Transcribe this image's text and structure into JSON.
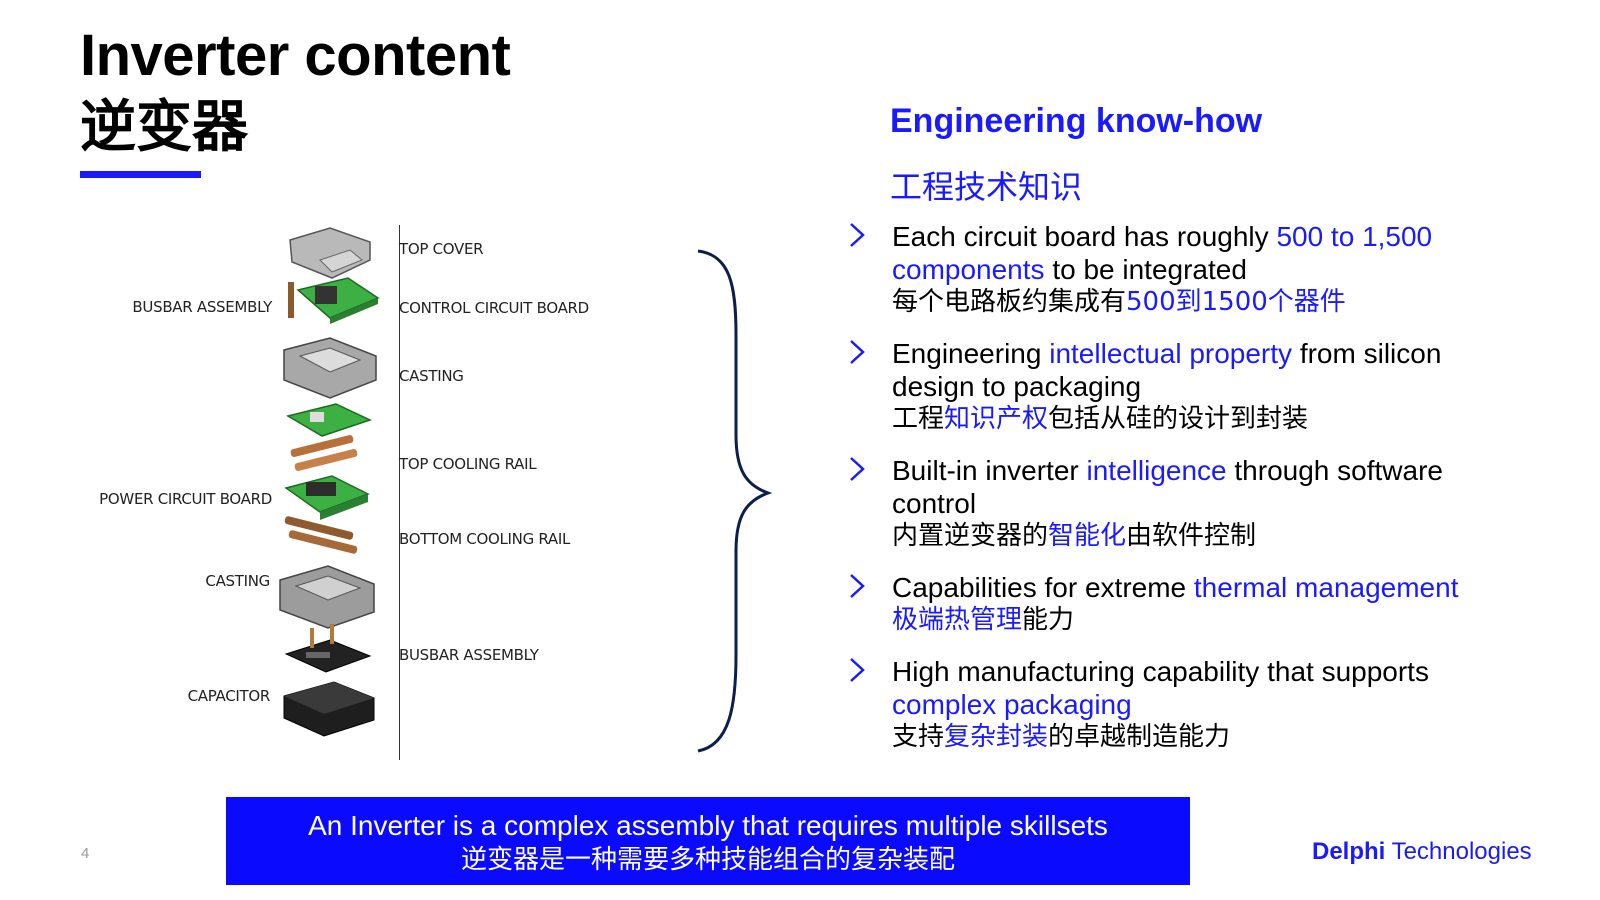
{
  "slide": {
    "title": "Inverter content",
    "title_cn": "逆变器",
    "page_number": "4"
  },
  "diagram": {
    "labels_right": [
      "TOP COVER",
      "CONTROL CIRCUIT BOARD",
      "CASTING",
      "TOP COOLING RAIL",
      "BOTTOM COOLING RAIL",
      "BUSBAR ASSEMBLY"
    ],
    "labels_left": [
      "BUSBAR ASSEMBLY",
      "POWER CIRCUIT BOARD",
      "CASTING",
      "CAPACITOR"
    ]
  },
  "engineering": {
    "title": "Engineering know-how",
    "title_cn": "工程技术知识",
    "bullets": [
      {
        "pre": "Each circuit board has roughly ",
        "hl": "500 to 1,500 components",
        "post": " to be integrated",
        "cn_pre": "每个电路板约集成有",
        "cn_hl": "500到1500个器件",
        "cn_post": ""
      },
      {
        "pre": "Engineering ",
        "hl": "intellectual property",
        "post": " from silicon design to packaging",
        "cn_pre": "工程",
        "cn_hl": "知识产权",
        "cn_post": "包括从硅的设计到封装"
      },
      {
        "pre": "Built-in inverter ",
        "hl": "intelligence",
        "post": " through software control",
        "cn_pre": "内置逆变器的",
        "cn_hl": "智能化",
        "cn_post": "由软件控制"
      },
      {
        "pre": "Capabilities for extreme ",
        "hl": "thermal management",
        "post": "",
        "cn_pre": "",
        "cn_hl": "极端热管理",
        "cn_post": "能力"
      },
      {
        "pre": "High manufacturing capability that supports ",
        "hl": "complex packaging",
        "post": "",
        "cn_pre": "支持",
        "cn_hl": "复杂封装",
        "cn_post": "的卓越制造能力"
      }
    ]
  },
  "banner": {
    "line1": "An Inverter is a complex assembly that requires multiple skillsets",
    "line2": "逆变器是一种需要多种技能组合的复杂装配"
  },
  "logo": {
    "bold": "Delphi",
    "rest": " Technologies"
  },
  "colors": {
    "accent": "#1a1aff",
    "banner": "#0a0aff",
    "brace": "#0b1f4a"
  }
}
